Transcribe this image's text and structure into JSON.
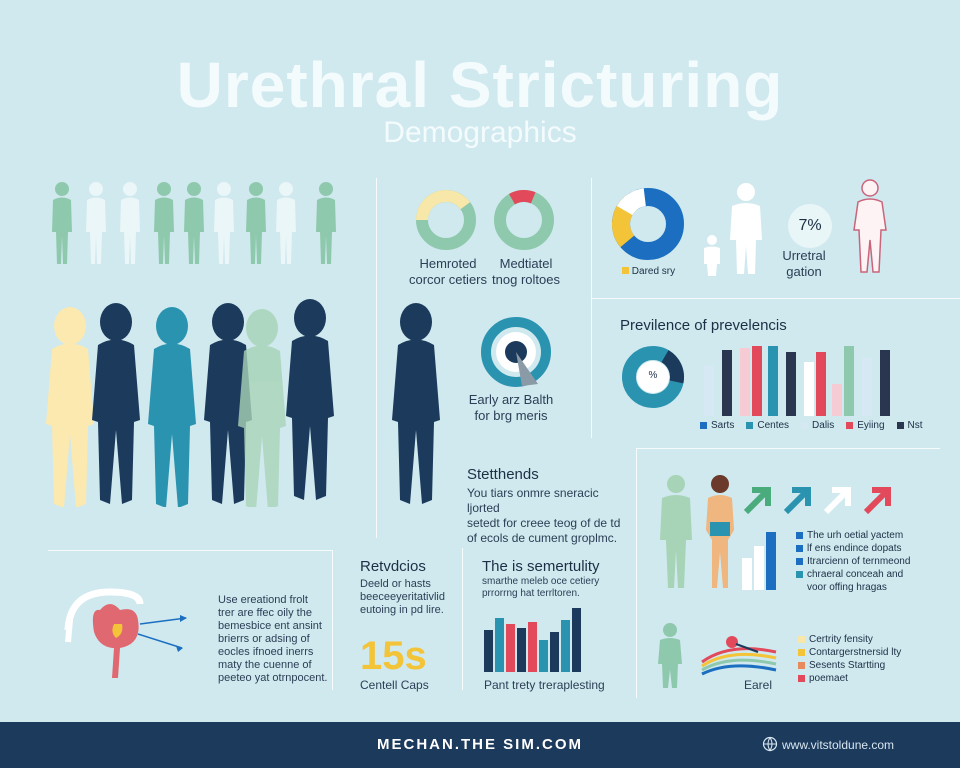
{
  "header": {
    "title": "Urethral Stricturing",
    "subtitle": "Demographics"
  },
  "donuts_top": {
    "left_caption": "Hemroted\ncorcor cetiers",
    "right_caption": "Medtiatel\ntnog roltoes"
  },
  "age_panel": {
    "legend_label": "Dared sry",
    "percent": "7%",
    "caption": "Urretral\ngation"
  },
  "gauge_panel": {
    "caption": "Early arz Balth\nfor brg meris"
  },
  "prevalence": {
    "title": "Previlence of prevelencis",
    "donut_label": "%",
    "legend": [
      "Sarts",
      "Centes",
      "Dalis",
      "Eyiing",
      "Nst"
    ]
  },
  "stethends": {
    "title": "Stetthends",
    "body": "You tiars onmre sneracic ljorted\nsetedt for creee teog of de td\nof ecols de cument groplmc."
  },
  "anatomy": {
    "body": "Use ereationd frolt\ntrer are ffec oily the\nbemesbice ent ansint\nbrierrs or adsing of\neocles ifnoed inerrs\nmaty the cuenne of\npeeteo yat otrnpocent."
  },
  "retvdcios": {
    "title": "Retvdcios",
    "body": "Deeld or hasts\nbeeceeyeritativlid\neutoing in pd lire.",
    "big_number": "15s",
    "caption": "Centell Caps"
  },
  "sensitivity": {
    "title": "The is semertulity",
    "body": "smarthe meleb oce cetiery\nprrorrng hat terrltoren.",
    "caption": "Pant trety treraplesting"
  },
  "right_panel": {
    "bullets": [
      "The urh oetial yactem",
      "lf ens endince dopats",
      "Itrarcienn of ternmeond",
      "chraeral conceah and",
      "voor offing hragas"
    ],
    "legend": [
      "Certrity fensity",
      "Contargerstnersid lty",
      "Sesents Startting",
      "poemaet"
    ],
    "caption": "Earel"
  },
  "footer": {
    "brand": "MECHAN.THE SIM.COM",
    "url": "www.vitstoldune.com"
  },
  "colors": {
    "background": "#cfe9ef",
    "navy": "#1c3a5c",
    "teal": "#2a93b0",
    "mint": "#8fc9ad",
    "cream": "#f7e7a8",
    "red": "#e24a5c",
    "white": "#ffffff",
    "gold": "#f3c338"
  }
}
